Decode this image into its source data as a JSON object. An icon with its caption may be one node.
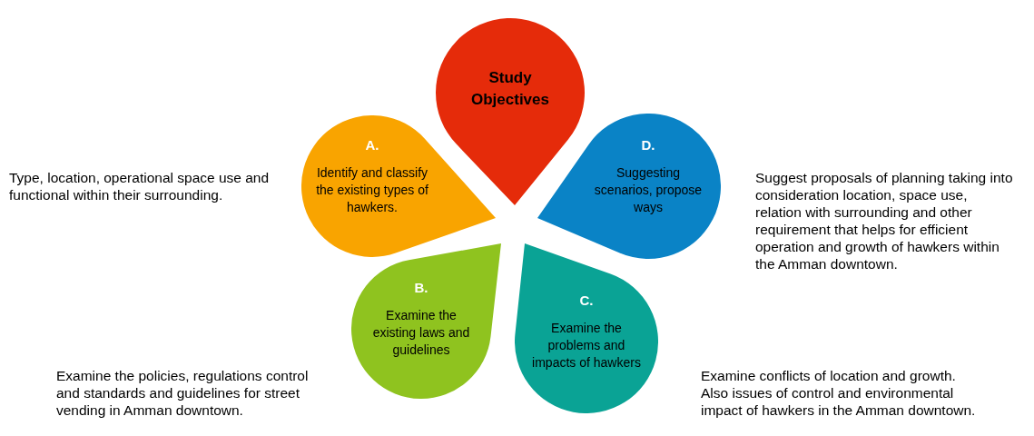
{
  "diagram": {
    "nodes": [
      {
        "text": [
          "Study Objectives"
        ]
      },
      {
        "text": [
          "A.",
          "Identify and classify the existing types of hawkers."
        ],
        "beside": [
          "Type, location, operational space use and functional within their surrounding."
        ]
      },
      {
        "text": [
          "D.",
          "Suggesting scenarios, propose ways"
        ],
        "beside": [
          "Suggest proposals of planning taking into consideration location, space use, relation with surrounding and other requirement that helps for efficient operation and growth of hawkers within the Amman downtown."
        ]
      },
      {
        "text": [
          "B.",
          "Examine the existing laws and guidelines"
        ],
        "beside": [
          "Examine the policies, regulations control and standards and guidelines for street vending in Amman downtown."
        ]
      },
      {
        "text": [
          "C.",
          "Examine the problems and impacts of hawkers"
        ],
        "beside": [
          "Examine conflicts of location and growth. Also issues of control and environmental impact of hawkers in the Amman downtown."
        ]
      }
    ],
    "edges": []
  }
}
